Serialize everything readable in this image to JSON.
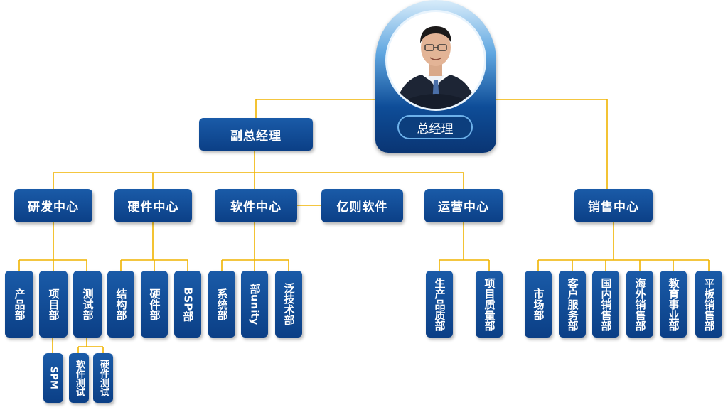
{
  "general_manager": {
    "title": "总经理"
  },
  "vice_manager": {
    "title": "副总经理"
  },
  "centers": {
    "rd": "研发中心",
    "hardware": "硬件中心",
    "software": "软件中心",
    "yize": "亿则软件",
    "operations": "运营中心",
    "sales": "销售中心"
  },
  "departments": {
    "product": "产品部",
    "project": "项目部",
    "test": "测试部",
    "structure": "结构部",
    "hardware_dept": "硬件部",
    "bsp_dept": "BSP部",
    "system": "系统部",
    "unity_dept": "部unity",
    "pan_tech": "泛技术部",
    "production_quality": "生产品质部",
    "project_quality": "项目质量部",
    "market": "市场部",
    "customer_service": "客户服务部",
    "domestic_sales": "国内销售部",
    "overseas_sales": "海外销售部",
    "education": "教育事业部",
    "tablet_sales": "平板销售部"
  },
  "sub_units": {
    "spm": "SPM",
    "software_test": "软件测试",
    "hardware_test": "硬件测试"
  },
  "colors": {
    "box": "#0b3f86",
    "connector": "#f0b400"
  }
}
